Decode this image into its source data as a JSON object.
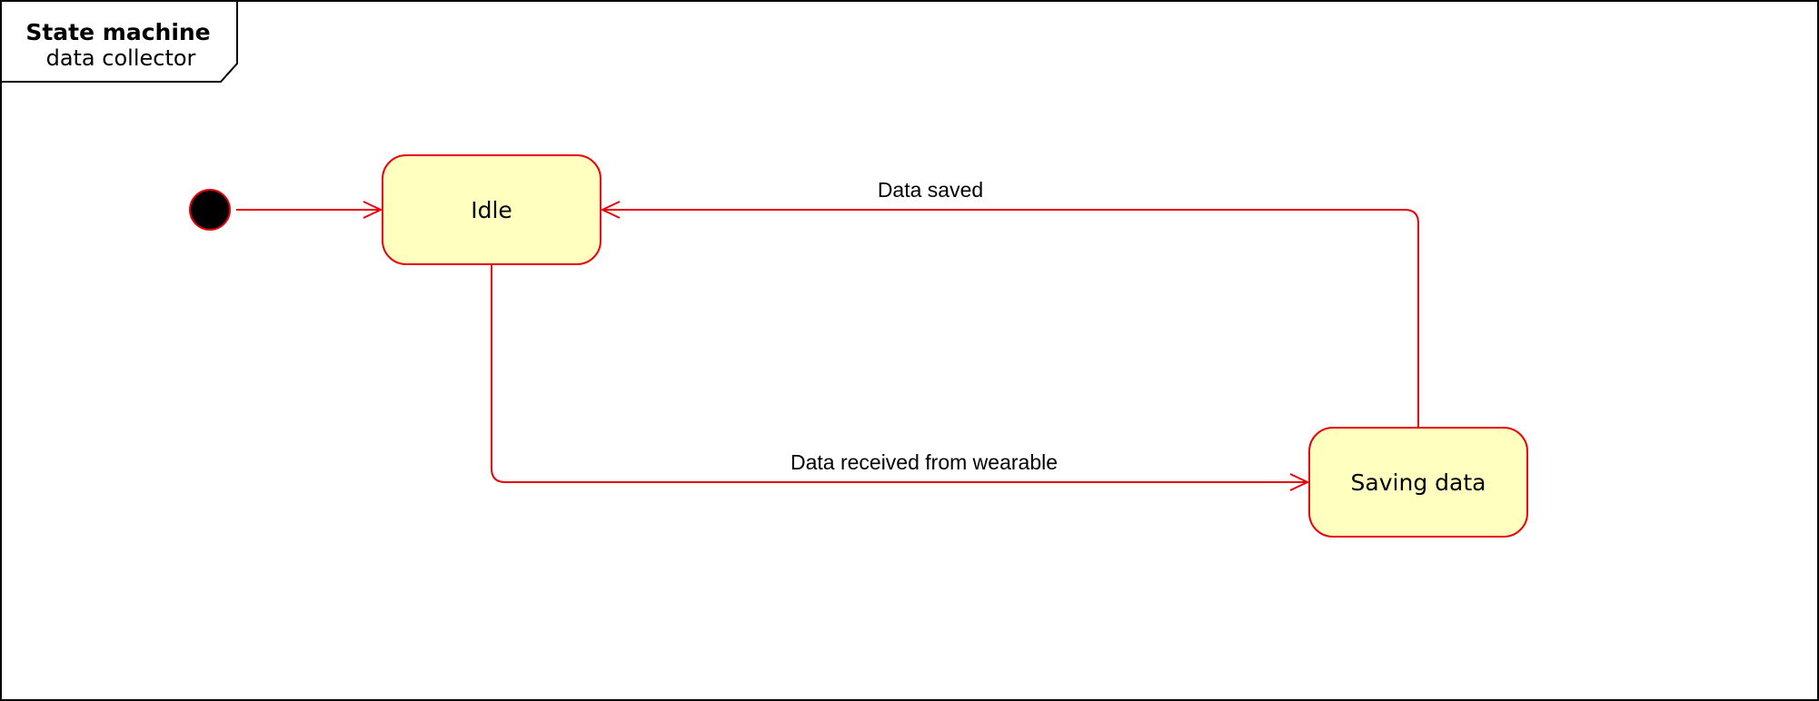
{
  "frame": {
    "title": "State machine",
    "subtitle": "data collector"
  },
  "states": {
    "idle": {
      "label": "Idle"
    },
    "saving": {
      "label": "Saving data"
    }
  },
  "transitions": {
    "received": {
      "label": "Data received from wearable"
    },
    "saved": {
      "label": "Data saved"
    }
  },
  "colors": {
    "line": "#e8000b",
    "state_fill": "#ffffc0",
    "initial_fill": "#000000"
  }
}
